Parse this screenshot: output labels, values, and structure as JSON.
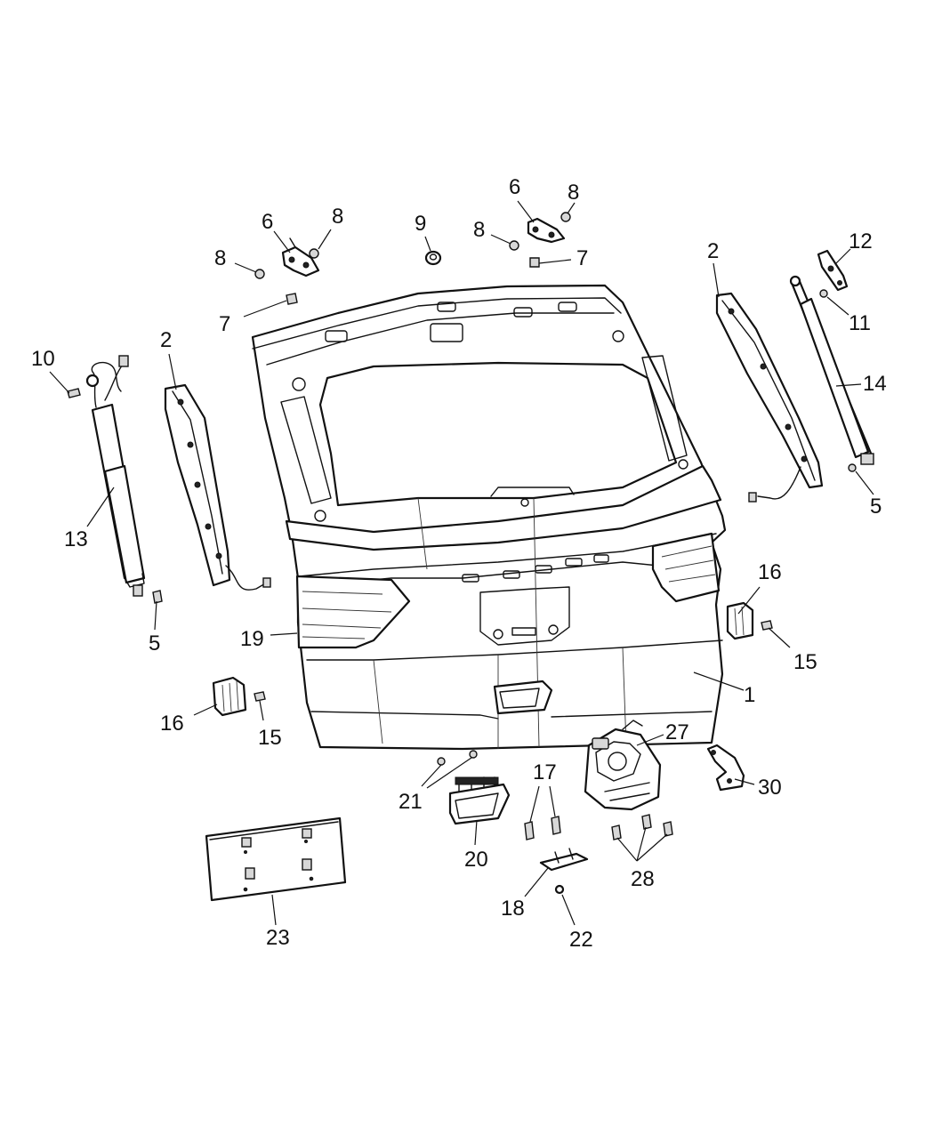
{
  "diagram": {
    "callouts": [
      {
        "id": "c1",
        "text": "1"
      },
      {
        "id": "c2a",
        "text": "2"
      },
      {
        "id": "c2b",
        "text": "2"
      },
      {
        "id": "c5a",
        "text": "5"
      },
      {
        "id": "c5b",
        "text": "5"
      },
      {
        "id": "c6a",
        "text": "6"
      },
      {
        "id": "c6b",
        "text": "6"
      },
      {
        "id": "c7a",
        "text": "7"
      },
      {
        "id": "c7b",
        "text": "7"
      },
      {
        "id": "c8a",
        "text": "8"
      },
      {
        "id": "c8b",
        "text": "8"
      },
      {
        "id": "c8c",
        "text": "8"
      },
      {
        "id": "c8d",
        "text": "8"
      },
      {
        "id": "c9",
        "text": "9"
      },
      {
        "id": "c10",
        "text": "10"
      },
      {
        "id": "c11",
        "text": "11"
      },
      {
        "id": "c12",
        "text": "12"
      },
      {
        "id": "c13",
        "text": "13"
      },
      {
        "id": "c14",
        "text": "14"
      },
      {
        "id": "c15a",
        "text": "15"
      },
      {
        "id": "c15b",
        "text": "15"
      },
      {
        "id": "c16a",
        "text": "16"
      },
      {
        "id": "c16b",
        "text": "16"
      },
      {
        "id": "c17",
        "text": "17"
      },
      {
        "id": "c18",
        "text": "18"
      },
      {
        "id": "c19",
        "text": "19"
      },
      {
        "id": "c20",
        "text": "20"
      },
      {
        "id": "c21",
        "text": "21"
      },
      {
        "id": "c22",
        "text": "22"
      },
      {
        "id": "c23",
        "text": "23"
      },
      {
        "id": "c27",
        "text": "27"
      },
      {
        "id": "c28",
        "text": "28"
      },
      {
        "id": "c30",
        "text": "30"
      }
    ]
  }
}
